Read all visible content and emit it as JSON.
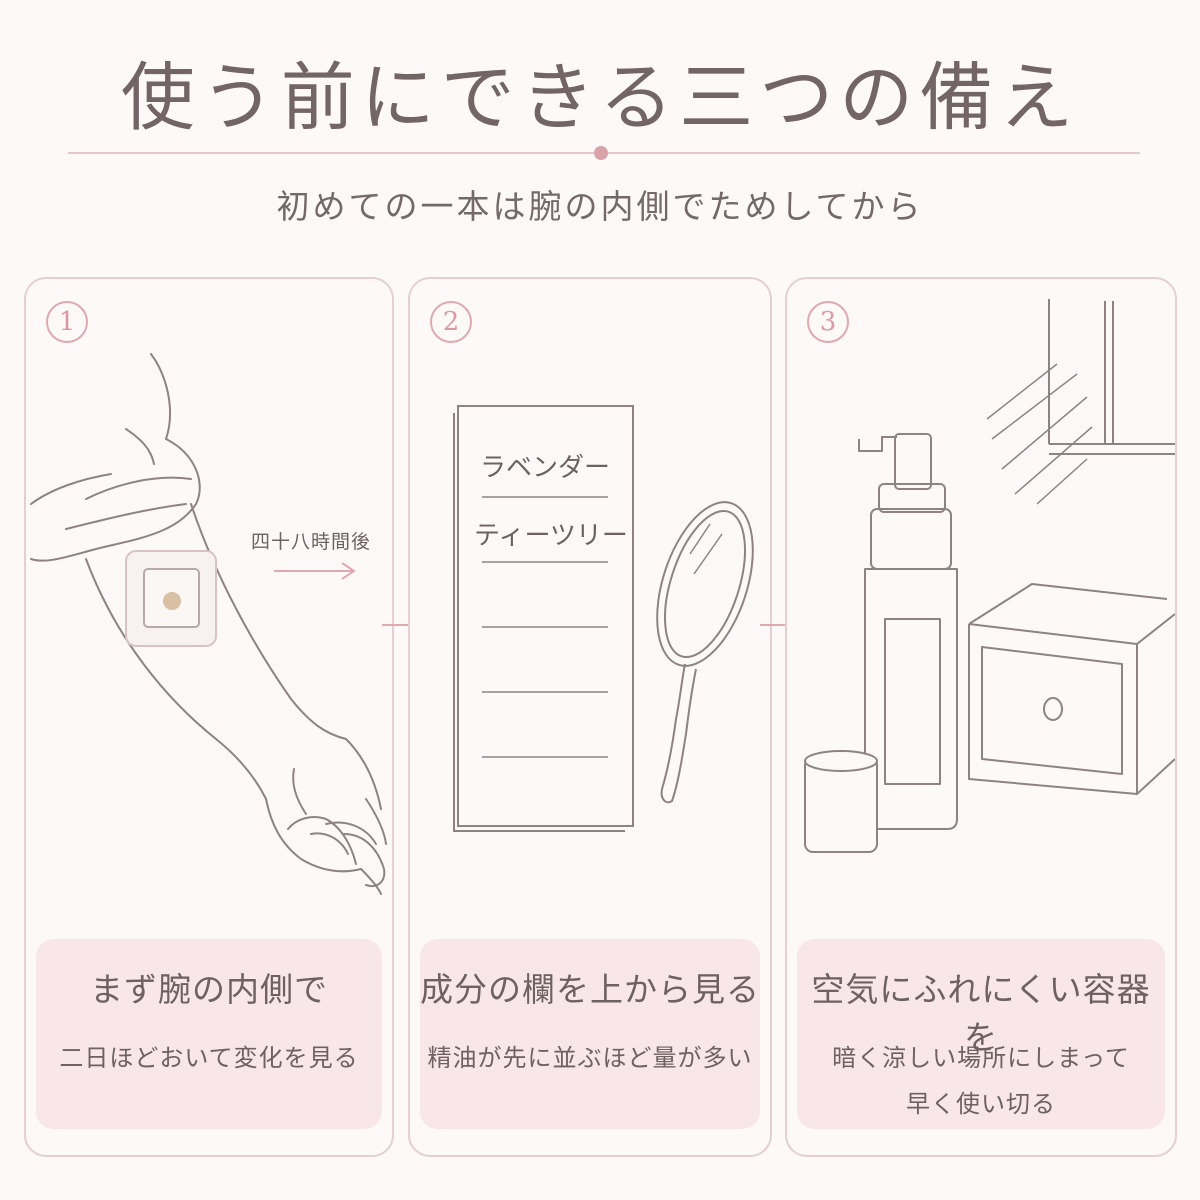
{
  "title": "使う前にできる三つの備え",
  "subtitle": "初めての一本は腕の内側でためしてから",
  "panels": [
    {
      "number": "1",
      "illustration_label": "四十八時間後",
      "heading": "まず腕の内側で",
      "desc_lines": [
        "二日ほどおいて変化を見る"
      ]
    },
    {
      "number": "2",
      "illustration_lines": [
        "ラベンダー",
        "ティーツリー"
      ],
      "heading": "成分の欄を上から見る",
      "desc_lines": [
        "精油が先に並ぶほど量が多い"
      ]
    },
    {
      "number": "3",
      "heading": "空気にふれにくい容器を",
      "desc_lines": [
        "暗く涼しい場所にしまって",
        "早く使い切る"
      ]
    }
  ],
  "colors": {
    "accent": "#d9a3ab",
    "card_bg": "#f8e6e8",
    "border": "#e6cfd2",
    "text": "#6d6163",
    "line_art": "#8e8284"
  }
}
